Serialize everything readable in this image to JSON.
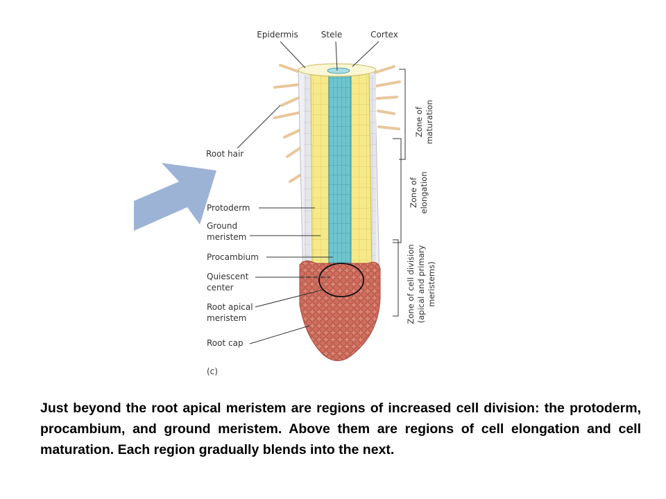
{
  "diagram": {
    "top_labels": {
      "epidermis": "Epidermis",
      "stele": "Stele",
      "cortex": "Cortex"
    },
    "left_labels": {
      "root_hair": "Root hair",
      "protoderm": "Protoderm",
      "ground_meristem": [
        "Ground",
        "meristem"
      ],
      "procambium": "Procambium",
      "quiescent_center": [
        "Quiescent",
        "center"
      ],
      "root_apical_meristem": [
        "Root apical",
        "meristem"
      ],
      "root_cap": "Root cap"
    },
    "zones": {
      "maturation": [
        "Zone of",
        "maturation"
      ],
      "elongation": [
        "Zone of",
        "elongation"
      ],
      "cell_division": [
        "Zone of cell division",
        "(apical and primary",
        "meristems)"
      ]
    },
    "panel_letter": "(c)",
    "colors": {
      "arrow": "#9db3d6",
      "cortex": "#f6e98a",
      "stele": "#6ec4cf",
      "meristem": "#cf6e5e",
      "root_hair": "#e9c79c"
    }
  },
  "caption": "Just beyond the root apical meristem are regions of increased cell division: the protoderm, procambium, and ground meristem. Above them are regions of cell elongation and cell maturation. Each region gradually blends into the next."
}
